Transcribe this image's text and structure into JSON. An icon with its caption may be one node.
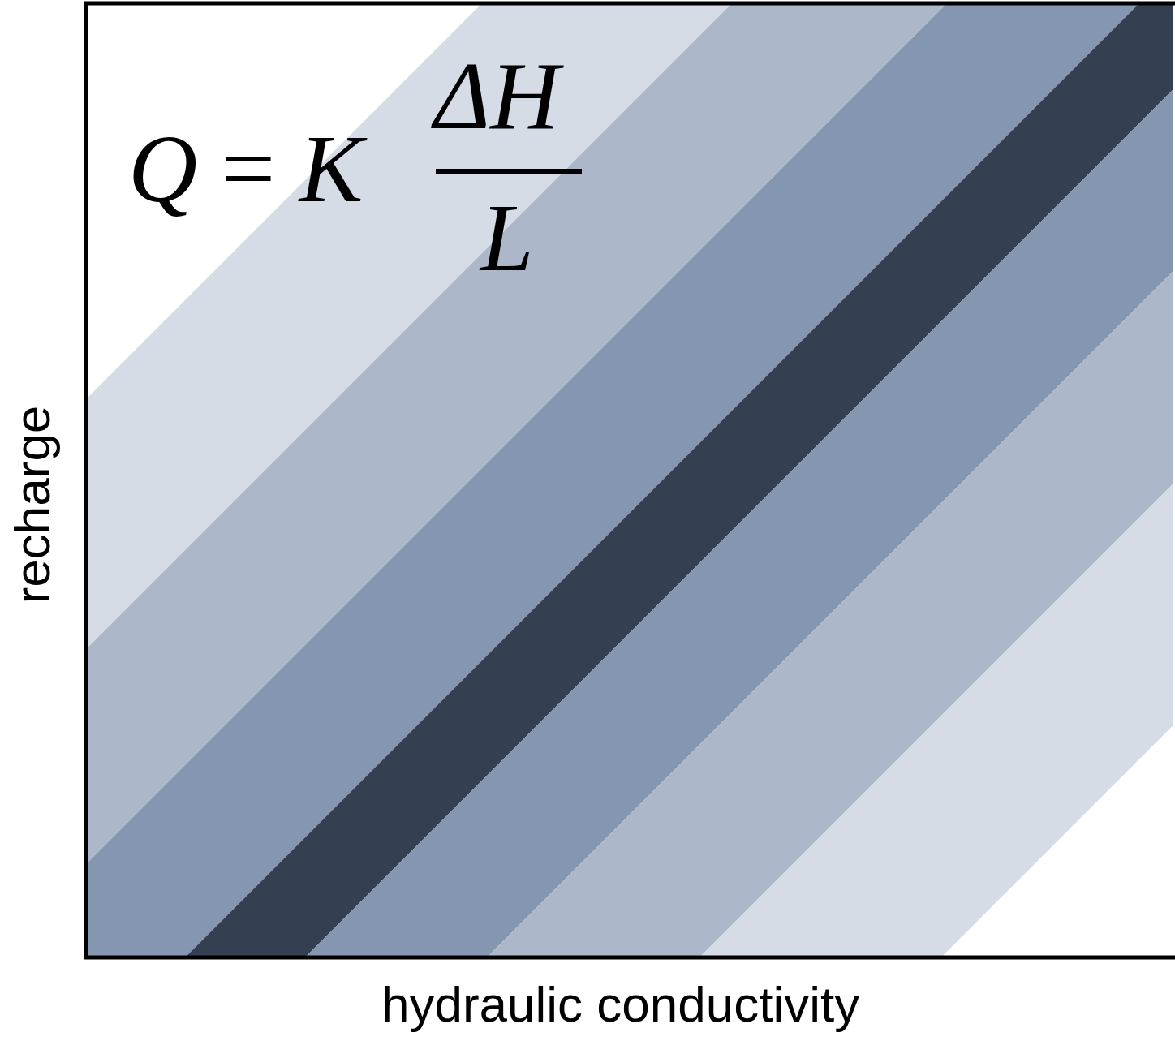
{
  "diagram": {
    "labels": [
      "*Q* = *K*",
      "ΔH",
      "L",
      "recharge",
      "hydraulic conductivity"
    ]
  }
}
